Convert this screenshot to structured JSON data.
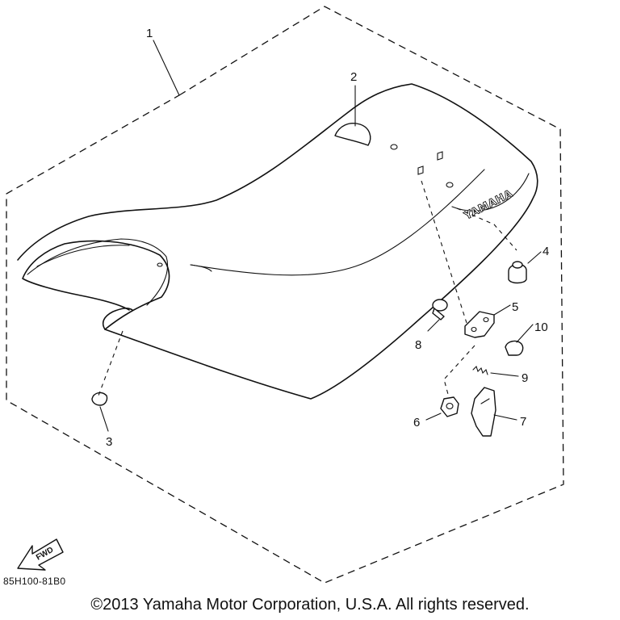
{
  "diagram": {
    "callouts": [
      "1",
      "2",
      "3",
      "4",
      "5",
      "6",
      "7",
      "8",
      "9",
      "10"
    ],
    "seat_brand": "YAMAHA",
    "fwd_label": "FWD",
    "part_code": "85H100-81B0"
  },
  "footer": {
    "copyright": "©2013 Yamaha Motor Corporation, U.S.A. All rights reserved."
  }
}
